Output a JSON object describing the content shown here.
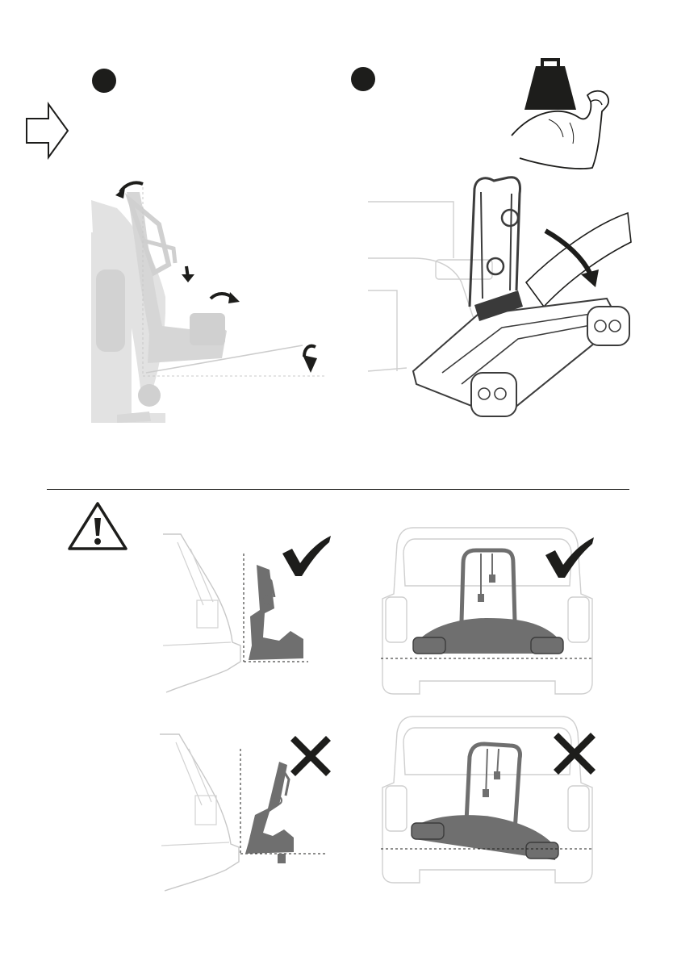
{
  "page": {
    "background": "#ffffff",
    "ink_color": "#1d1d1b",
    "light_gray": "#d9d9d9",
    "mid_gray": "#6f6f6f",
    "dark_gray": "#3c3c3c"
  },
  "step_markers": [
    {
      "icon": "filled-circle-icon"
    },
    {
      "icon": "filled-circle-icon"
    }
  ],
  "icons": {
    "next_step": "outline-right-arrow-icon",
    "weight": "weight-kettlebell-icon",
    "strength": "flexed-arm-icon",
    "warning": "warning-triangle-icon",
    "correct": "check-mark-icon",
    "incorrect": "cross-mark-icon"
  },
  "illustrations": {
    "step1": "bike-carrier-tilting-side-view",
    "step2": "bike-carrier-folding-perspective",
    "correct_side": "carrier-level-side-view",
    "correct_rear": "carrier-level-rear-view",
    "incorrect_side": "carrier-tilted-side-view",
    "incorrect_rear": "carrier-tilted-rear-view"
  }
}
